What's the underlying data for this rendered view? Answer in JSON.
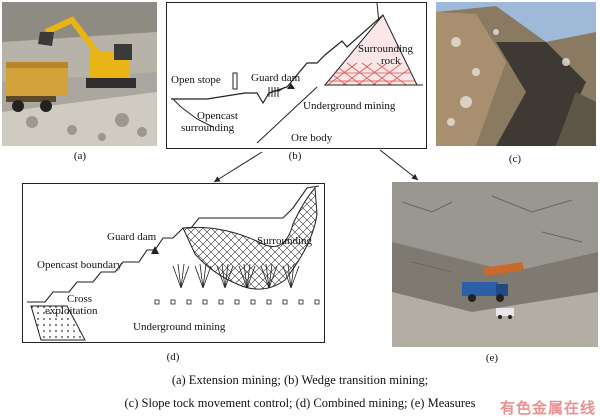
{
  "panels": {
    "a": {
      "label": "(a)"
    },
    "b": {
      "label": "(b)",
      "open_stope": "Open stope",
      "guard_dam": "Guard dam",
      "surrounding_rock_line1": "Surrounding",
      "surrounding_rock_line2": "rock",
      "opencast_surrounding_line1": "Opencast",
      "opencast_surrounding_line2": "surrounding",
      "underground_mining": "Underground mining",
      "ore_body": "Ore body"
    },
    "c": {
      "label": "(c)"
    },
    "d": {
      "label": "(d)",
      "guard_dam": "Guard dam",
      "surrounding": "Surrounding",
      "opencast_boundary": "Opencast boundary",
      "cross_line1": "Cross",
      "cross_line2": "exploitation",
      "underground_mining": "Underground mining"
    },
    "e": {
      "label": "(e)"
    }
  },
  "caption": {
    "line1": "(a)  Extension  mining;  (b)  Wedge transition mining;",
    "line2": "(c) Slope tock movement control; (d) Combined mining; (e) Measures"
  },
  "watermark": "有色金属在线",
  "colors": {
    "accent_red": "#d9534f",
    "machine_yellow": "#e8b416",
    "truck_blue": "#2b5fa8"
  }
}
